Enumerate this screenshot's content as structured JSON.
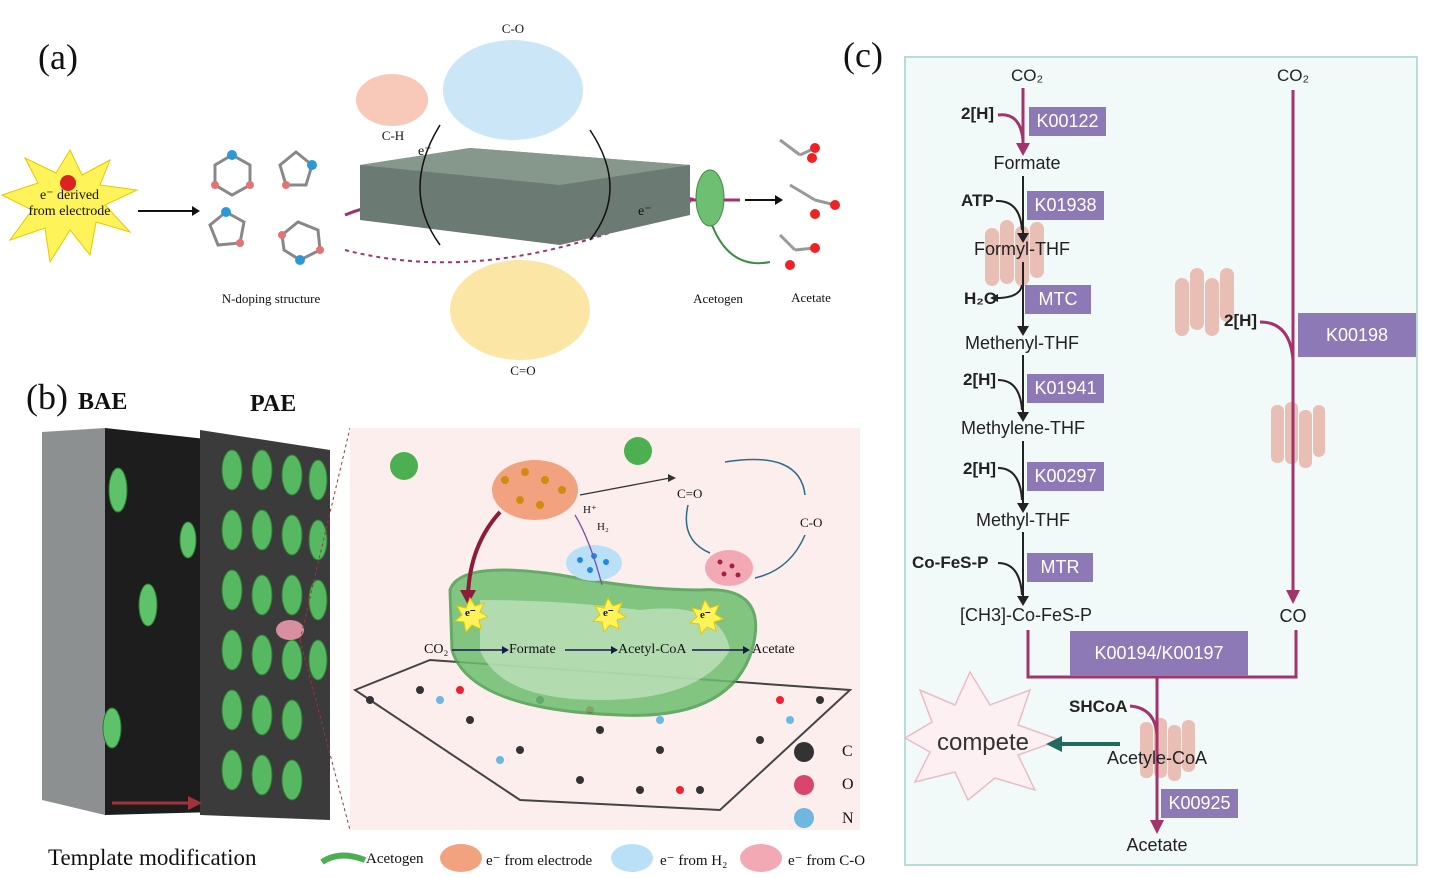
{
  "panel_a": {
    "label": "(a)",
    "source_line1": "e⁻ derived",
    "source_line2": "from electrode",
    "n_doping": "N-doping structure",
    "ch": "C-H",
    "co_single": "C-O",
    "co_double": "C=O",
    "electron_1": "e⁻",
    "electron_2": "e⁻",
    "acetogen": "Acetogen",
    "acetate": "Acetate"
  },
  "panel_b": {
    "label": "(b)",
    "bae": "BAE",
    "pae": "PAE",
    "template": "Template modification",
    "electrons": [
      "e⁻",
      "e⁻",
      "e⁻"
    ],
    "h_plus": "H⁺",
    "h2": "H₂",
    "c_eq_o": "C=O",
    "c_o": "C-O",
    "pathway": [
      "CO₂",
      "Formate",
      "Acetyl-CoA",
      "Acetate"
    ],
    "atoms": [
      {
        "label": "C",
        "color": "#333333"
      },
      {
        "label": "O",
        "color": "#d9456b"
      },
      {
        "label": "N",
        "color": "#6fb6e0"
      }
    ],
    "legend": [
      {
        "label": "Acetogen",
        "color": "#4caf50"
      },
      {
        "label": "e⁻ from electrode",
        "color": "#f2a27e"
      },
      {
        "label": "e⁻ from H₂",
        "color": "#b9e0f7"
      },
      {
        "label": "e⁻ from C-O",
        "color": "#f3a9b4"
      }
    ]
  },
  "panel_c": {
    "label": "(c)",
    "co2_left": "CO₂",
    "co2_right": "CO₂",
    "metabolites": [
      "Formate",
      "Formyl-THF",
      "Methenyl-THF",
      "Methylene-THF",
      "Methyl-THF",
      "[CH3]-Co-FeS-P"
    ],
    "cofactors": [
      "2[H]",
      "ATP",
      "H₂O",
      "2[H]",
      "2[H]",
      "Co-FeS-P"
    ],
    "enzymes": [
      "K00122",
      "K01938",
      "MTC",
      "K01941",
      "K00297",
      "MTR"
    ],
    "right_cofactor": "2[H]",
    "right_enzyme": "K00198",
    "co": "CO",
    "merge_enzyme": "K00194/K00197",
    "shcoa": "SHCoA",
    "acetyl_coa": "Acetyle-CoA",
    "final_enzyme": "K00925",
    "acetate": "Acetate",
    "compete": "compete",
    "colors": {
      "pathway": "#a3336b",
      "enzyme": "#8c79b5",
      "background": "#f1faf8",
      "compete_arrow": "#1f6b5e"
    }
  }
}
